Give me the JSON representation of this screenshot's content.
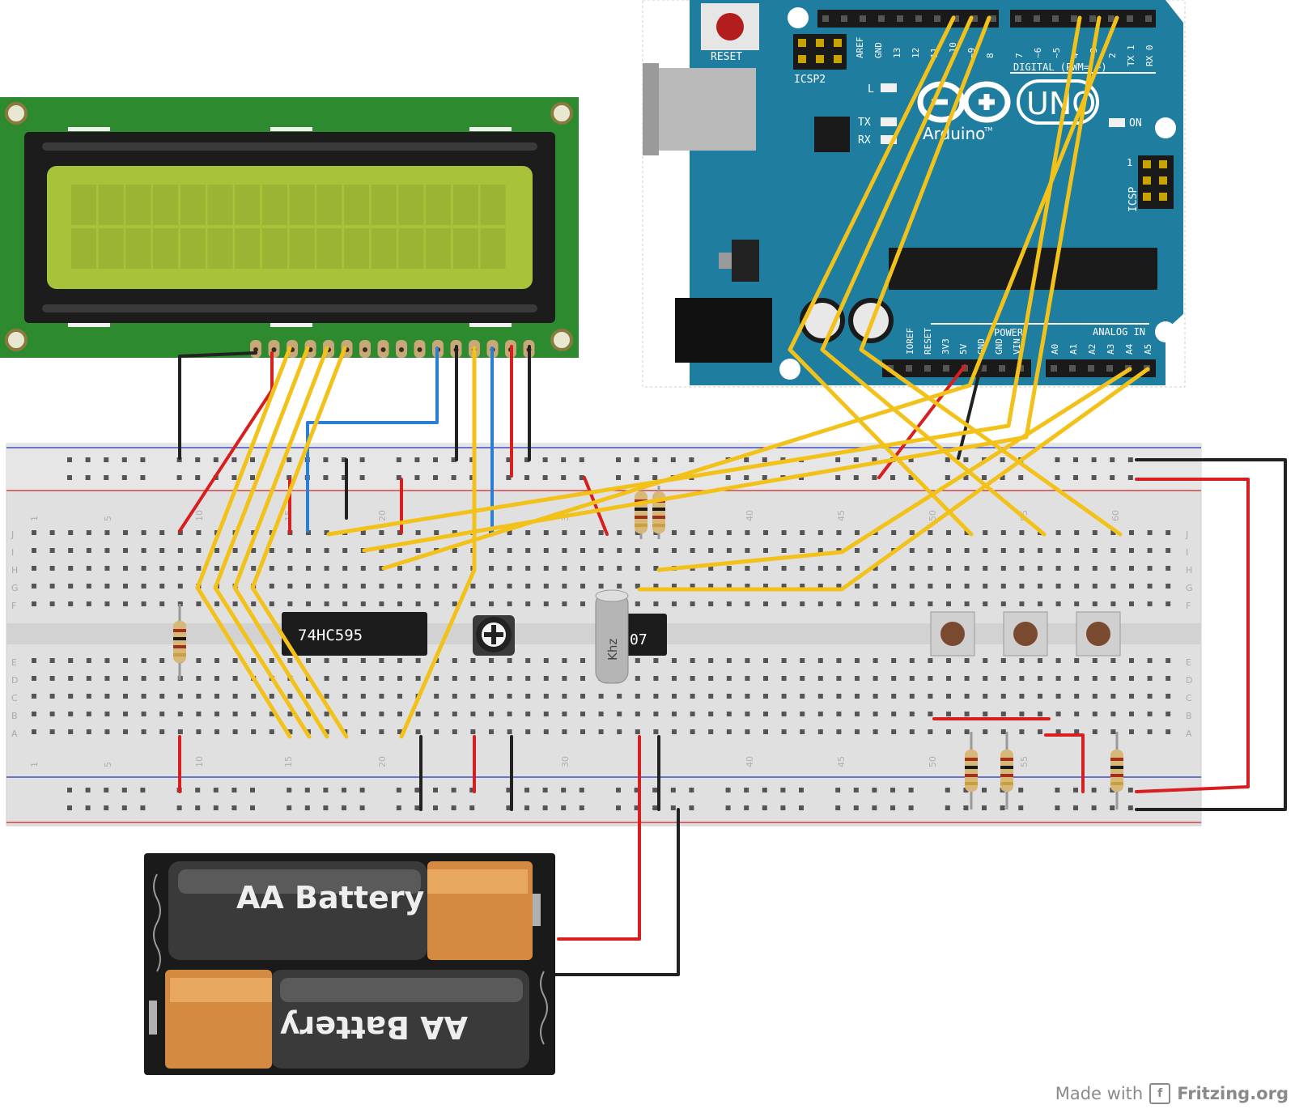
{
  "arduino": {
    "reset": "RESET",
    "icsp2": "ICSP2",
    "icsp": "ICSP",
    "icsp_pin1": "1",
    "brand": "Arduino",
    "tm": "TM",
    "model": "UNO",
    "led_l": "L",
    "led_tx": "TX",
    "led_rx": "RX",
    "led_on": "ON",
    "digital_label": "DIGITAL (PWM= ~)",
    "power_label": "POWER",
    "analog_label": "ANALOG IN",
    "top_pins_left": [
      "AREF",
      "GND",
      "13",
      "12",
      "11",
      "~10",
      "~9",
      "8"
    ],
    "top_pins_right": [
      "7",
      "~6",
      "~5",
      "4",
      "~3",
      "2",
      "TX 1",
      "RX 0"
    ],
    "power_pins": [
      "IOREF",
      "RESET",
      "3V3",
      "5V",
      "GND",
      "GND",
      "VIN"
    ],
    "analog_pins": [
      "A0",
      "A1",
      "A2",
      "A3",
      "A4",
      "A5"
    ]
  },
  "breadboard": {
    "row_letters_top": [
      "J",
      "I",
      "H",
      "G",
      "F"
    ],
    "row_letters_bottom": [
      "E",
      "D",
      "C",
      "B",
      "A"
    ],
    "column_numbers": [
      "1",
      "5",
      "10",
      "15",
      "20",
      "30",
      "40",
      "45",
      "50",
      "55",
      "60"
    ],
    "chip_label": "74HC595",
    "crystal_label": "Khz",
    "chip2_label": "07"
  },
  "battery": {
    "cell_top": "AA Battery",
    "cell_bottom": "AA Battery"
  },
  "credit": {
    "made_with": "Made with",
    "brand": "Fritzing.org"
  },
  "colors": {
    "lcd_pcb": "#2e8a2e",
    "lcd_screen": "#a7c33a",
    "arduino_board": "#1f7ea0",
    "wire_yellow": "#f2c21a",
    "wire_red": "#d81e1e",
    "wire_black": "#222222",
    "wire_blue": "#2a7fd4"
  }
}
